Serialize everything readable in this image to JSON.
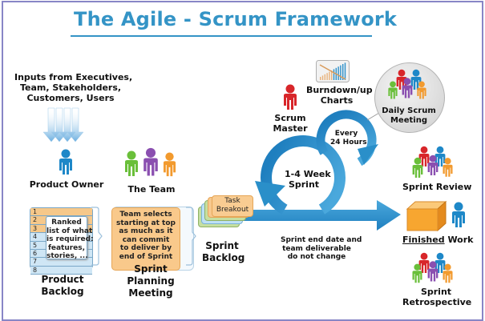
{
  "title": "The Agile - Scrum Framework",
  "inputs": {
    "label_line1": "Inputs from Executives,",
    "label_line2": "Team, Stakeholders,",
    "label_line3": "Customers, Users"
  },
  "roles": {
    "product_owner": "Product Owner",
    "the_team": "The Team",
    "scrum_master_line1": "Scrum",
    "scrum_master_line2": "Master"
  },
  "product_backlog": {
    "rows": [
      "1",
      "2",
      "3",
      "4",
      "5",
      "6",
      "7",
      "8"
    ],
    "note_line1": "Ranked",
    "note_line2": "list of what",
    "note_line3": "is required:",
    "note_line4": "features,",
    "note_line5": "stories, ...",
    "label_line1": "Product",
    "label_line2": "Backlog"
  },
  "sprint_planning": {
    "note_line1": "Team selects",
    "note_line2": "starting at top",
    "note_line3": "as much as it",
    "note_line4": "can commit",
    "note_line5": "to deliver by",
    "note_line6": "end of Sprint",
    "label_line1": "Sprint",
    "label_line2": "Planning",
    "label_line3": "Meeting"
  },
  "sprint_backlog": {
    "card_line1": "Task",
    "card_line2": "Breakout",
    "label_line1": "Sprint",
    "label_line2": "Backlog"
  },
  "burndown": {
    "label_line1": "Burndown/up",
    "label_line2": "Charts"
  },
  "daily_scrum": {
    "label_line1": "Daily Scrum",
    "label_line2": "Meeting",
    "cycle_line1": "Every",
    "cycle_line2": "24 Hours"
  },
  "sprint": {
    "cycle_line1": "1-4 Week",
    "cycle_line2": "Sprint",
    "note_line1": "Sprint end date and",
    "note_line2": "team deliverable",
    "note_line3": "do not change"
  },
  "outcomes": {
    "sprint_review": "Sprint Review",
    "finished_underlined": "Finished",
    "finished_rest": " Work",
    "retro_line1": "Sprint",
    "retro_line2": "Retrospective"
  },
  "colors": {
    "title": "#3494c6",
    "arrow": "#2a8fc9",
    "frame": "#8886c6",
    "person_blue": "#1e88c8",
    "person_green": "#6abf3a",
    "person_purple": "#8a4fb0",
    "person_orange": "#f29a2e",
    "person_red": "#d8262a",
    "backlog_orange": "#f6c88a",
    "backlog_blue": "#cfe6f5",
    "note_orange": "#f9c98b"
  }
}
